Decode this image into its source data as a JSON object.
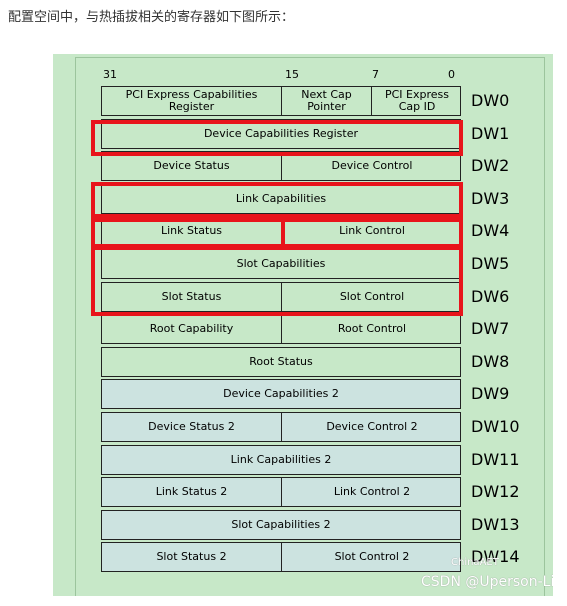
{
  "caption": "配置空间中，与热插拔相关的寄存器如下图所示：",
  "bit_labels": [
    "31",
    "15",
    "7",
    "0"
  ],
  "rows": [
    {
      "dw": "DW0",
      "cells": [
        "PCI Express Capabilities Register",
        "Next Cap Pointer",
        "PCI Express Cap ID"
      ],
      "layout": "quad"
    },
    {
      "dw": "DW1",
      "cells": [
        "Device Capabilities Register"
      ],
      "layout": "full"
    },
    {
      "dw": "DW2",
      "cells": [
        "Device Status",
        "Device Control"
      ],
      "layout": "half"
    },
    {
      "dw": "DW3",
      "cells": [
        "Link Capabilities"
      ],
      "layout": "full"
    },
    {
      "dw": "DW4",
      "cells": [
        "Link Status",
        "Link Control"
      ],
      "layout": "half"
    },
    {
      "dw": "DW5",
      "cells": [
        "Slot Capabilities"
      ],
      "layout": "full"
    },
    {
      "dw": "DW6",
      "cells": [
        "Slot Status",
        "Slot Control"
      ],
      "layout": "half"
    },
    {
      "dw": "DW7",
      "cells": [
        "Root Capability",
        "Root Control"
      ],
      "layout": "half"
    },
    {
      "dw": "DW8",
      "cells": [
        "Root Status"
      ],
      "layout": "full"
    },
    {
      "dw": "DW9",
      "cells": [
        "Device Capabilities 2"
      ],
      "layout": "full",
      "tint": "blue"
    },
    {
      "dw": "DW10",
      "cells": [
        "Device Status 2",
        "Device Control 2"
      ],
      "layout": "half",
      "tint": "blue"
    },
    {
      "dw": "DW11",
      "cells": [
        "Link Capabilities 2"
      ],
      "layout": "full",
      "tint": "blue"
    },
    {
      "dw": "DW12",
      "cells": [
        "Link Status 2",
        "Link Control 2"
      ],
      "layout": "half",
      "tint": "blue"
    },
    {
      "dw": "DW13",
      "cells": [
        "Slot Capabilities 2"
      ],
      "layout": "full",
      "tint": "blue"
    },
    {
      "dw": "DW14",
      "cells": [
        "Slot Status 2",
        "Slot Control 2"
      ],
      "layout": "half",
      "tint": "blue"
    }
  ],
  "colors": {
    "highlight": "#e8141b",
    "background": "#c7e8c8",
    "blue_row": "#cce3e0"
  },
  "watermark": {
    "line1": "ChinaAET",
    "line2": "CSDN @Uperson-Li"
  }
}
